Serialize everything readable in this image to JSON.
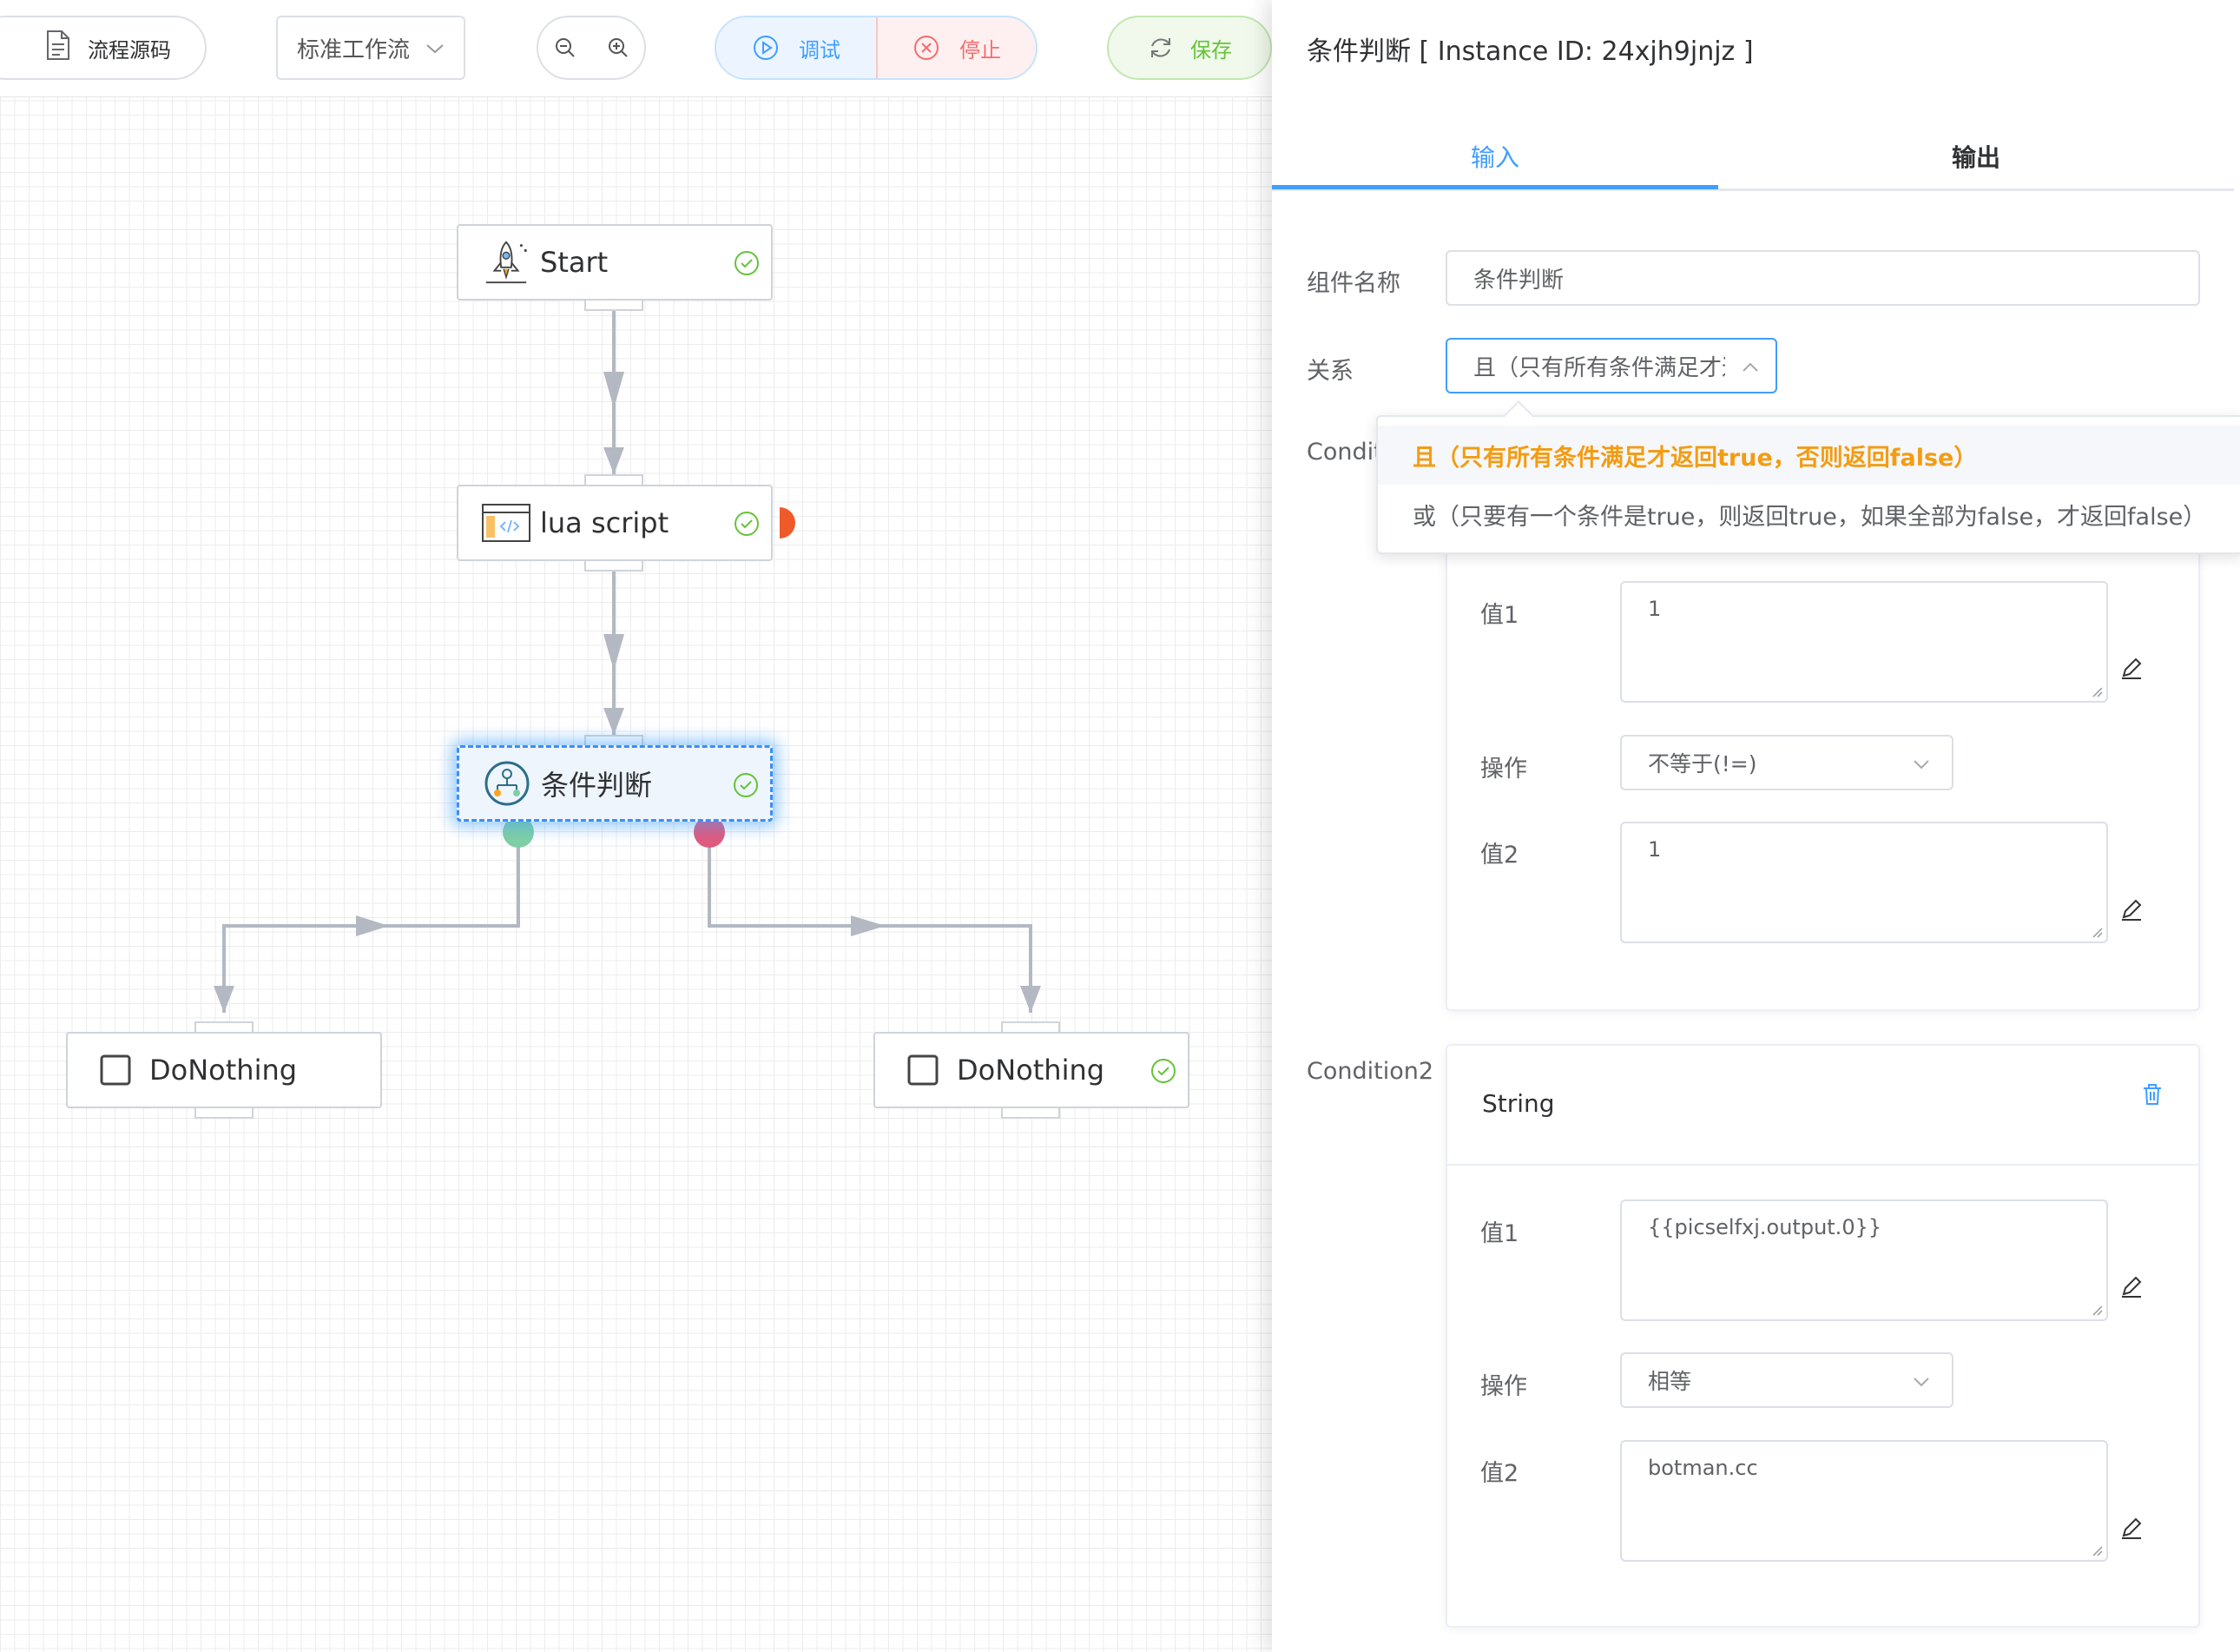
{
  "toolbar": {
    "source_label": "流程源码",
    "workflow_select": "标准工作流",
    "debug_label": "调试",
    "stop_label": "停止",
    "save_label": "保存"
  },
  "nodes": {
    "start": "Start",
    "lua": "lua script",
    "condition": "条件判断",
    "left_do": "DoNothing",
    "right_do": "DoNothing"
  },
  "panel": {
    "title": "条件判断 [ Instance ID: 24xjh9jnjz ]",
    "tabs": [
      "输入",
      "输出"
    ],
    "name_label": "组件名称",
    "name_value": "条件判断",
    "relation_label": "关系",
    "relation_value": "且（只有所有条件满足才返回true，否则返回false）",
    "condition1_label": "Condit",
    "condition2_label": "Condition2",
    "dropdown": {
      "and": "且（只有所有条件满足才返回true，否则返回false）",
      "or": "或（只要有一个条件是true，则返回true，如果全部为false，才返回false）"
    },
    "card1": {
      "value1_label": "值1",
      "value1": "1",
      "op_label": "操作",
      "op": "不等于(!=)",
      "value2_label": "值2",
      "value2": "1"
    },
    "card2": {
      "type": "String",
      "value1_label": "值1",
      "value1": "{{picselfxj.output.0}}",
      "op_label": "操作",
      "op": "相等",
      "value2_label": "值2",
      "value2": "botman.cc"
    }
  },
  "colors": {
    "primary": "#409eff",
    "success": "#67c23a",
    "danger": "#f56c6c",
    "warning": "#f39c12"
  }
}
